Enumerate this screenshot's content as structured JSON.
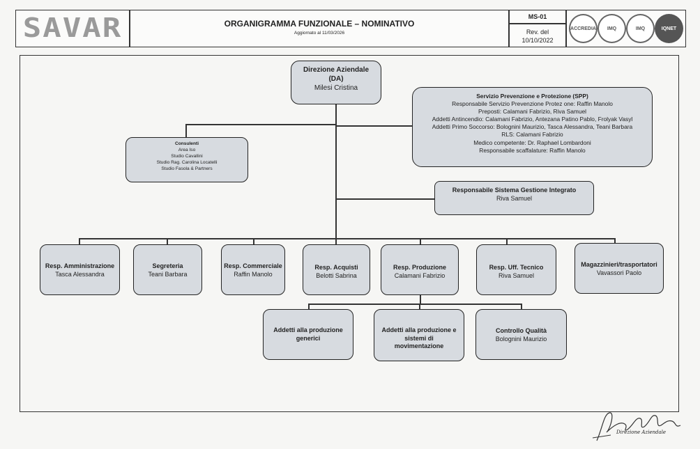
{
  "header": {
    "logo": "SAVAR",
    "title": "ORGANIGRAMMA FUNZIONALE – NOMINATIVO",
    "updated": "Aggiornato al 11/03/2026",
    "doc_code": "MS-01",
    "rev_label": "Rev. del",
    "rev_date": "10/10/2022",
    "certifications": [
      {
        "label": "ACCREDIA"
      },
      {
        "label": "IMQ"
      },
      {
        "label": "IMQ"
      },
      {
        "label": "IQNET"
      }
    ]
  },
  "org": {
    "da": {
      "title": "Direzione Aziendale",
      "abbr": "(DA)",
      "person": "Milesi Cristina"
    },
    "spp": {
      "title": "Servizio Prevenzione e Protezione (SPP)",
      "lines": [
        "Responsabile Servizio Prevenzione Protez one: Raffin Manolo",
        "Preposti: Calamani Fabrizio, Riva Samuel",
        "Addetti Antincendio: Calamani Fabrizio, Antezana Patino Pablo, Frolyak Vasyl",
        "Addetti Primo Soccorso: Bolognini Maurizio, Tasca Alessandra, Teani Barbara",
        "RLS: Calamani Fabrizio",
        "Medico competente: Dr. Raphael Lombardoni",
        "Responsabile scaffalature: Raffin Manolo"
      ]
    },
    "consulenti": {
      "title": "Consulenti",
      "lines": [
        "Area Iso",
        "Studio Cavallini",
        "Studio Rag. Carolina Locatelli",
        "Studio Fasola & Partners"
      ]
    },
    "rsgi": {
      "title": "Responsabile Sistema Gestione Integrato",
      "person": "Riva Samuel"
    },
    "departments": [
      {
        "title": "Resp. Amministrazione",
        "person": "Tasca Alessandra"
      },
      {
        "title": "Segreteria",
        "person": "Teani Barbara"
      },
      {
        "title": "Resp. Commerciale",
        "person": "Raffin Manolo"
      },
      {
        "title": "Resp. Acquisti",
        "person": "Belotti Sabrina"
      },
      {
        "title": "Resp. Produzione",
        "person": "Calamani Fabrizio"
      },
      {
        "title": "Resp. Uff. Tecnico",
        "person": "Riva Samuel"
      },
      {
        "title": "Magazzinieri/trasportatori",
        "person": "Vavassori Paolo"
      }
    ],
    "production_units": [
      {
        "title": "Addetti alla produzione generici",
        "person": ""
      },
      {
        "title": "Addetti alla produzione e sistemi di movimentazione",
        "person": ""
      },
      {
        "title": "Controllo Qualità",
        "person": "Bolognini Maurizio"
      }
    ]
  },
  "footer": {
    "signature_caption": "Direzione Aziendale"
  }
}
